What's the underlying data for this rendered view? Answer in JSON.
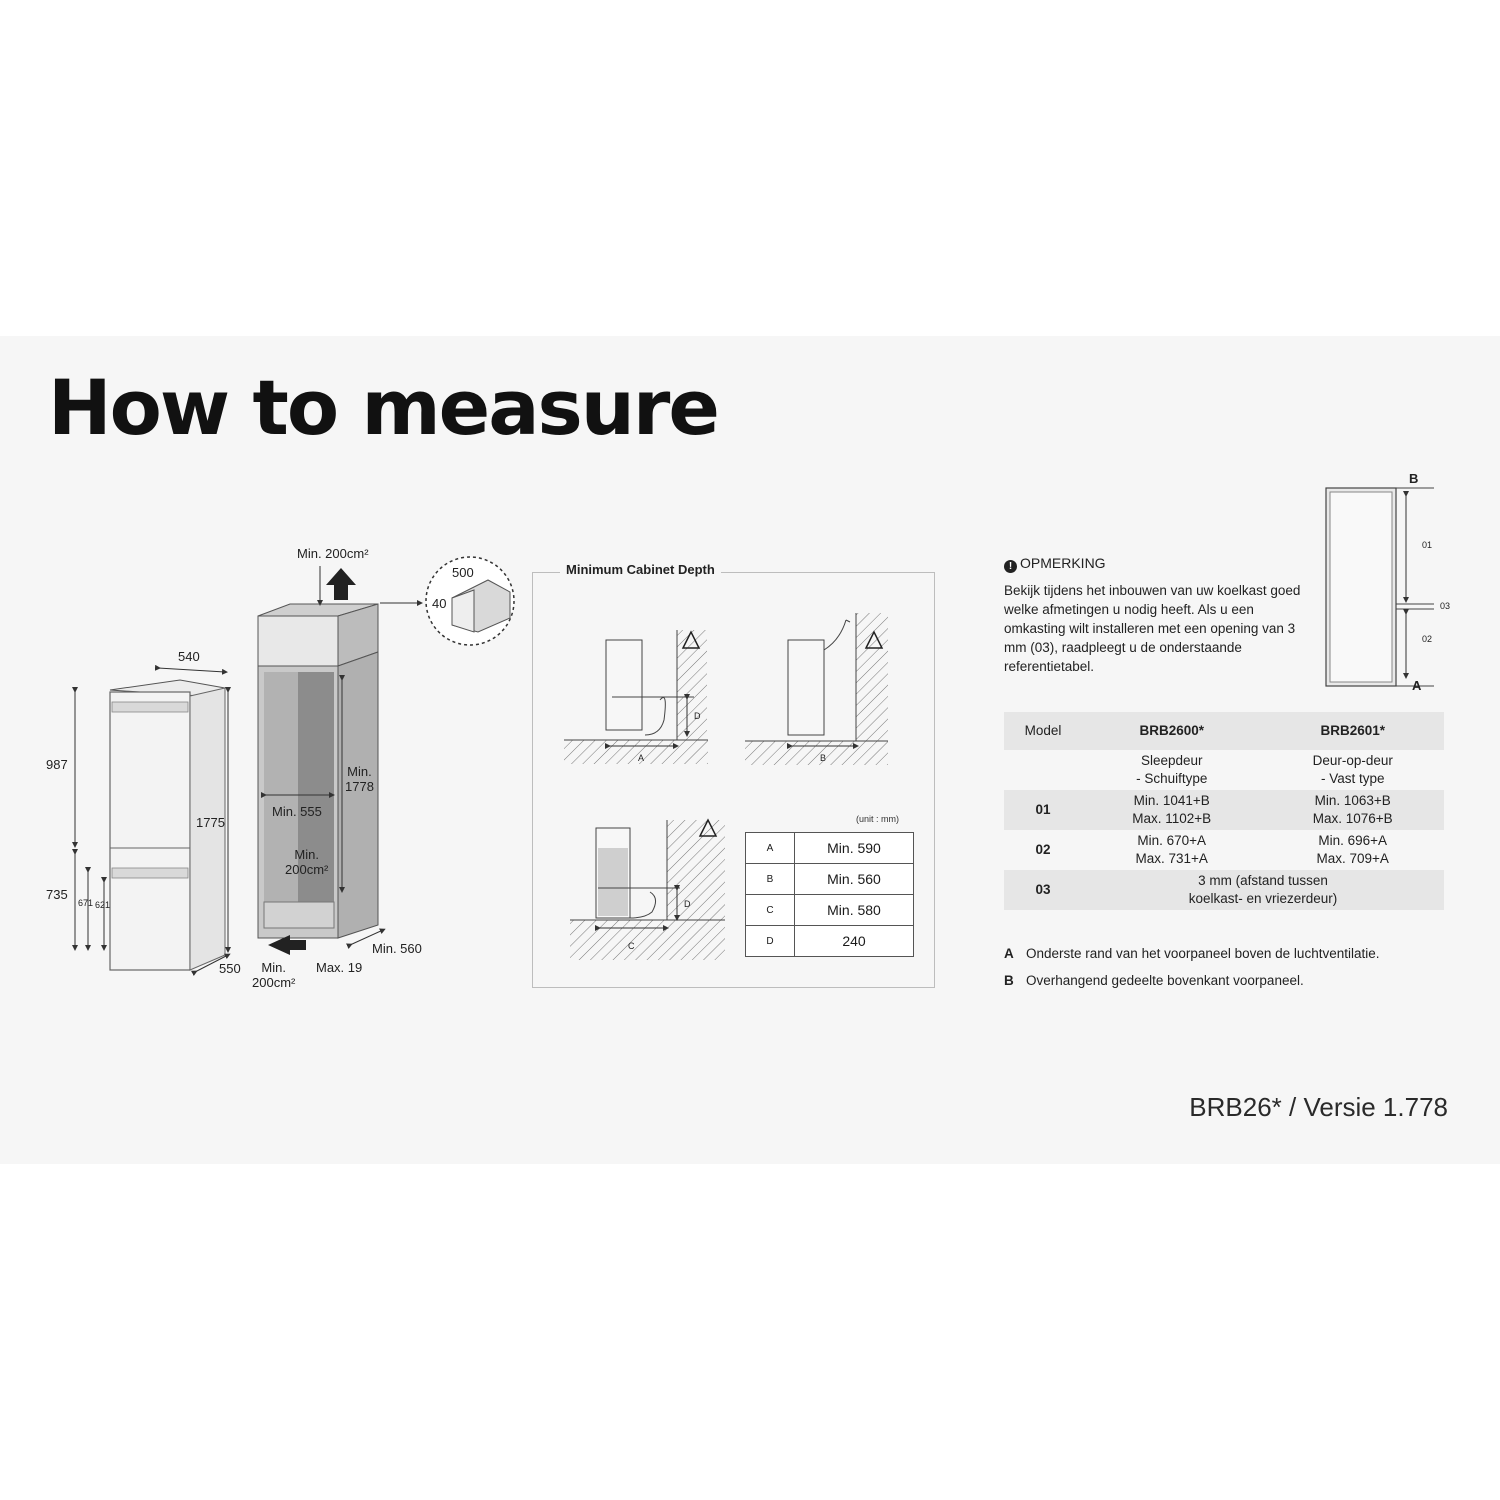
{
  "title": "How to measure",
  "fridge": {
    "width": "540",
    "top_height": "987",
    "total_height": "1775",
    "bottom_height": "735",
    "h671": "671",
    "h621": "621",
    "depth": "550"
  },
  "cabinet": {
    "vent_top": "Min. 200cm²",
    "inner_height": "Min.\n1778",
    "inner_width": "Min. 555",
    "vent_mid": "Min.\n200cm²",
    "depth": "Min. 560",
    "vent_bottom": "Min.\n200cm²",
    "max19": "Max. 19",
    "detail_500": "500",
    "detail_40": "40"
  },
  "depth_section": {
    "title": "Minimum Cabinet Depth",
    "unit": "(unit : mm)",
    "marks": [
      "A",
      "B",
      "C",
      "D"
    ],
    "rows": [
      {
        "k": "A",
        "v": "Min. 590"
      },
      {
        "k": "B",
        "v": "Min. 560"
      },
      {
        "k": "C",
        "v": "Min. 580"
      },
      {
        "k": "D",
        "v": "240"
      }
    ]
  },
  "note": {
    "heading": "OPMERKING",
    "icon": "exclamation-icon",
    "body": "Bekijk tijdens het inbouwen van uw koelkast goed welke afmetingen u nodig heeft. Als u een omkasting wilt installeren met een opening van 3 mm (03), raadpleegt u de onderstaande referentietabel."
  },
  "door_diagram": {
    "b": "B",
    "a": "A",
    "m01": "01",
    "m02": "02",
    "m03": "03"
  },
  "ref_table": {
    "header": {
      "model": "Model",
      "col1": "BRB2600*",
      "col2": "BRB2601*"
    },
    "types": {
      "col1": "Sleepdeur\n- Schuiftype",
      "col2": "Deur-op-deur\n- Vast type"
    },
    "row01": {
      "label": "01",
      "col1": "Min. 1041+B\nMax. 1102+B",
      "col2": "Min. 1063+B\nMax. 1076+B"
    },
    "row02": {
      "label": "02",
      "col1": "Min. 670+A\nMax. 731+A",
      "col2": "Min. 696+A\nMax. 709+A"
    },
    "row03": {
      "label": "03",
      "value": "3 mm (afstand tussen\nkoelkast- en vriezerdeur)"
    }
  },
  "legend": [
    {
      "key": "A",
      "text": "Onderste rand van het voorpaneel boven de luchtventilatie."
    },
    {
      "key": "B",
      "text": "Overhangend gedeelte bovenkant voorpaneel."
    }
  ],
  "version": "BRB26* / Versie 1.778"
}
